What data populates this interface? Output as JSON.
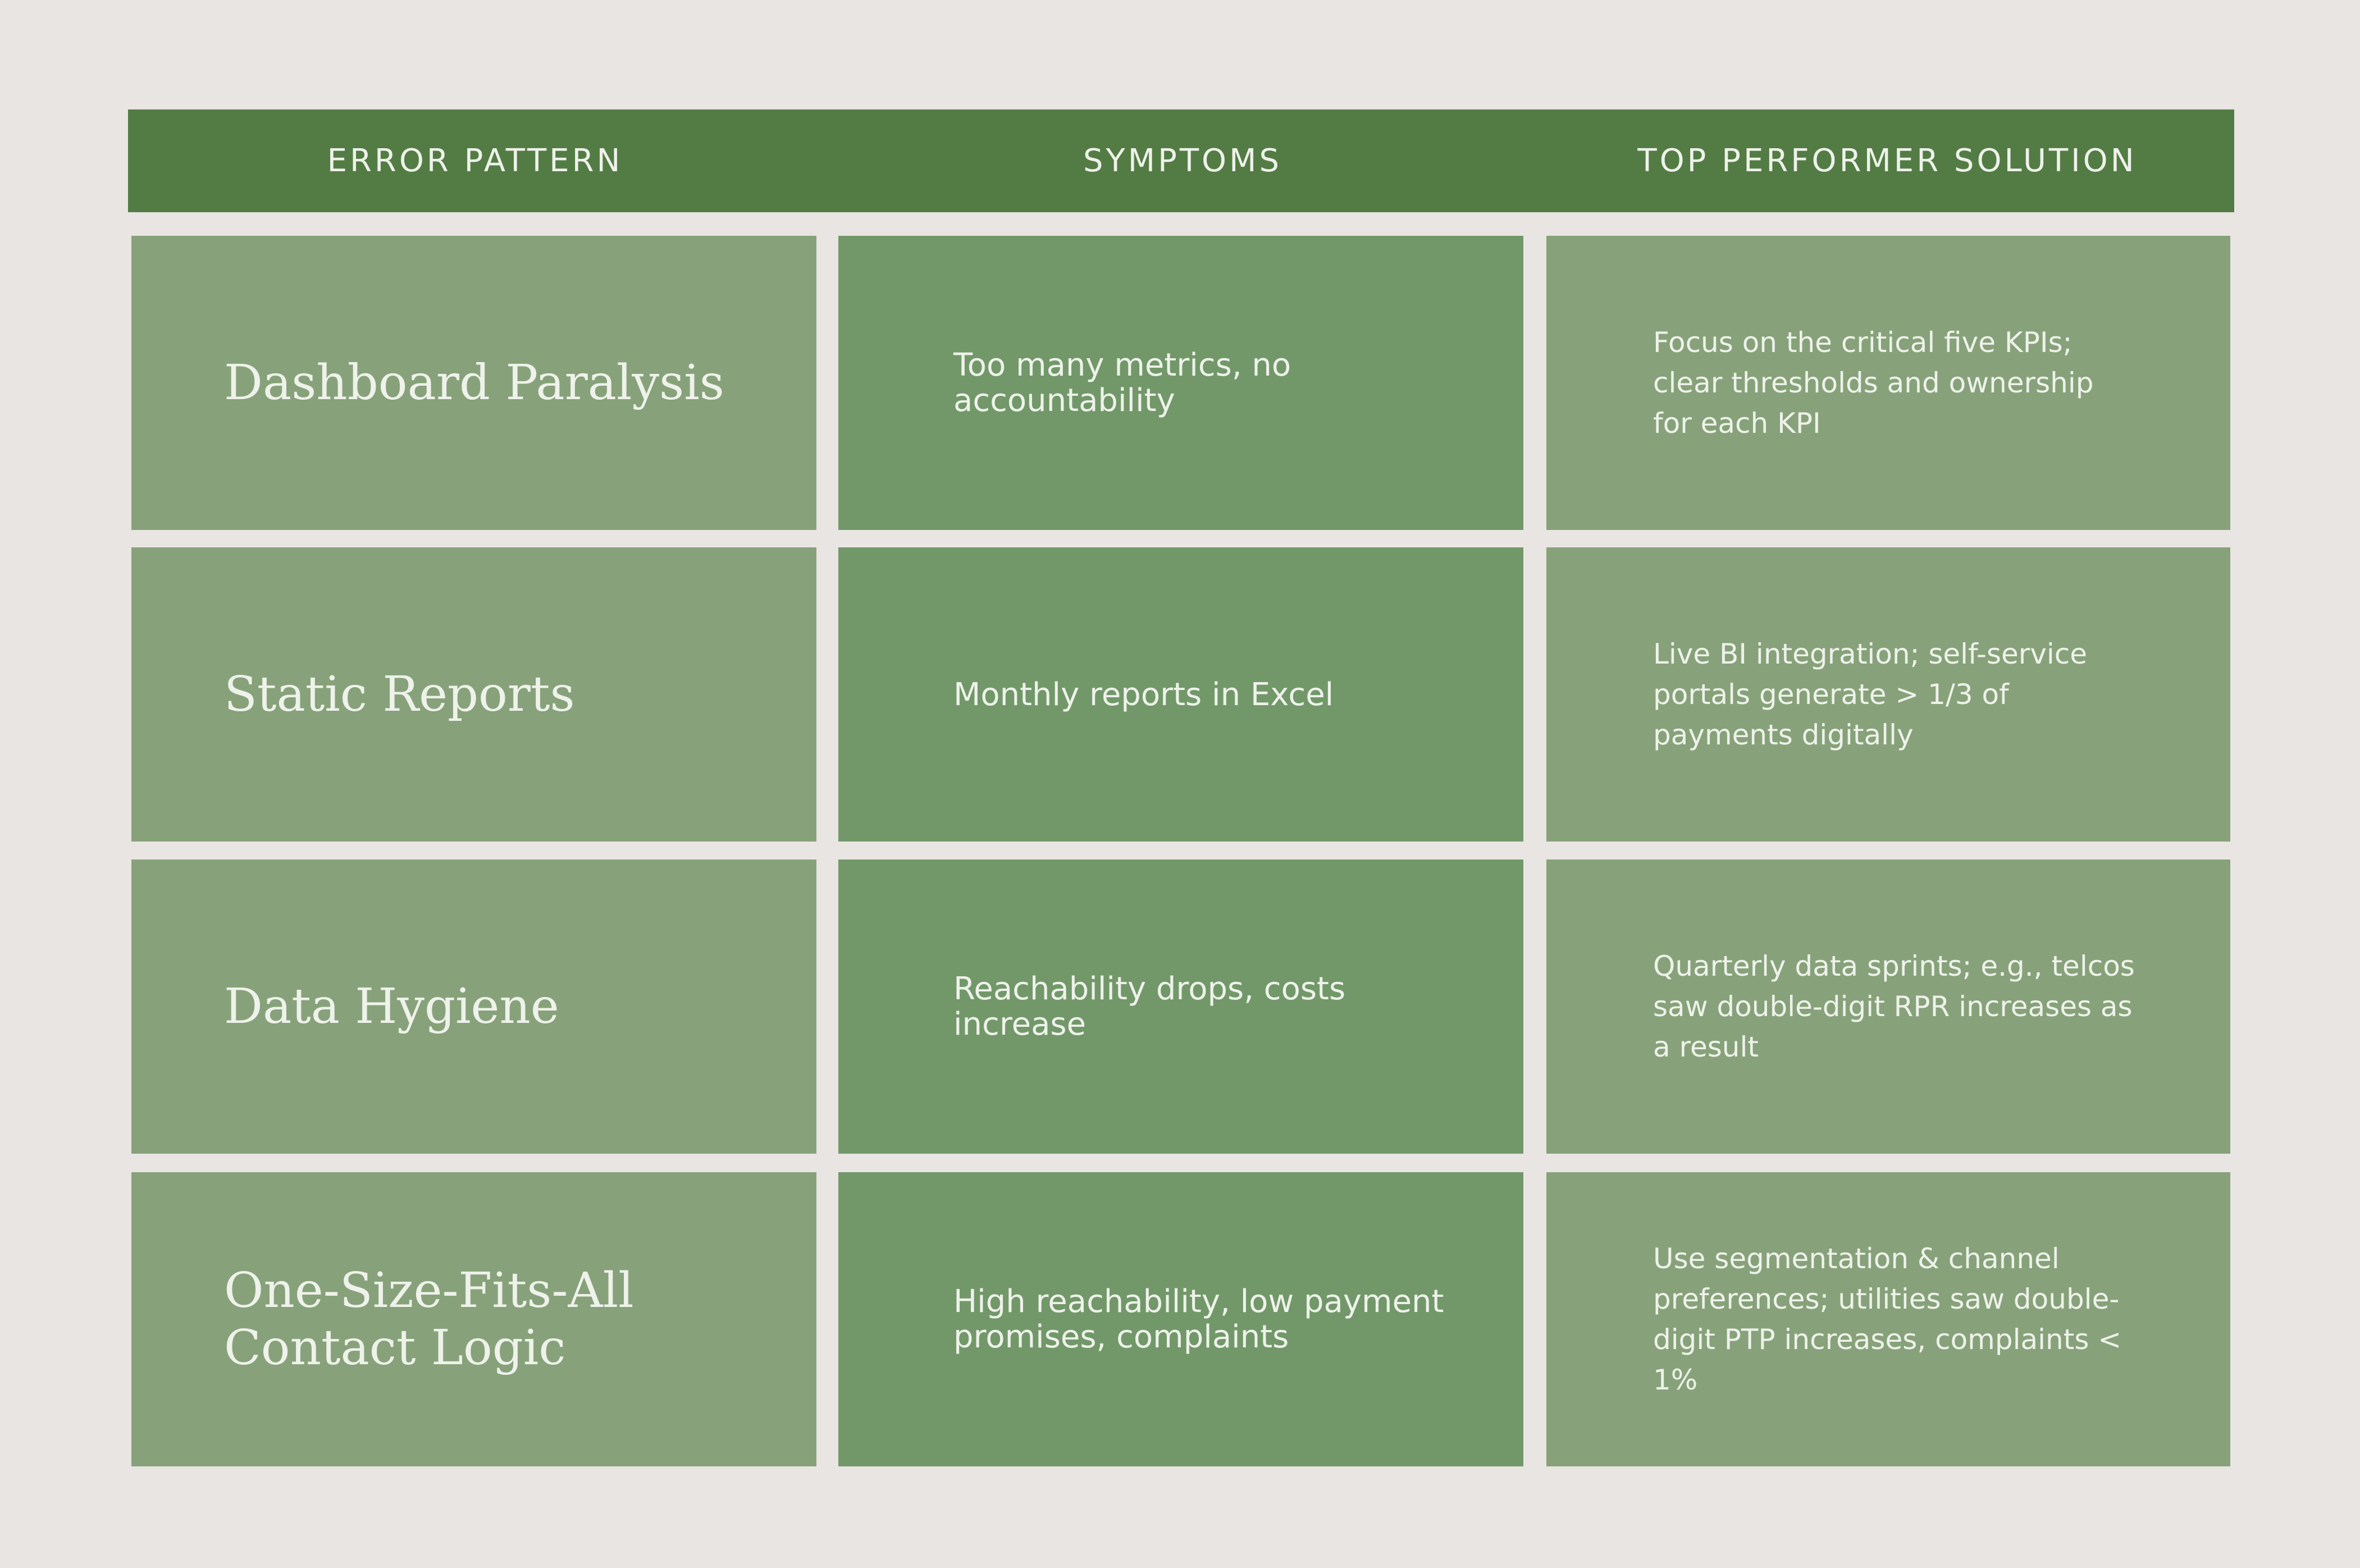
{
  "colors": {
    "background": "#e9e5e2",
    "header_bg": "#537c44",
    "cell_light": "#87a27a",
    "cell_dark": "#72986a",
    "text": "#eef2ea"
  },
  "table": {
    "headers": [
      "ERROR PATTERN",
      "SYMPTOMS",
      "TOP PERFORMER SOLUTION"
    ],
    "rows": [
      {
        "pattern": "Dashboard Paralysis",
        "symptom": "Too many metrics, no accountability",
        "solution": "Focus on the critical five KPIs; clear thresholds and ownership for each KPI"
      },
      {
        "pattern": "Static Reports",
        "symptom": "Monthly reports in Excel",
        "solution": "Live BI integration; self-service portals generate > 1/3 of payments digitally"
      },
      {
        "pattern": "Data Hygiene",
        "symptom": "Reachability drops, costs increase",
        "solution": "Quarterly data sprints; e.g., telcos saw double-digit RPR increases as a result"
      },
      {
        "pattern": "One-Size-Fits-All Contact Logic",
        "symptom": "High reachability, low payment promises, complaints",
        "solution": "Use segmentation & channel preferences; utilities saw double-digit PTP increases, complaints < 1%"
      }
    ]
  }
}
